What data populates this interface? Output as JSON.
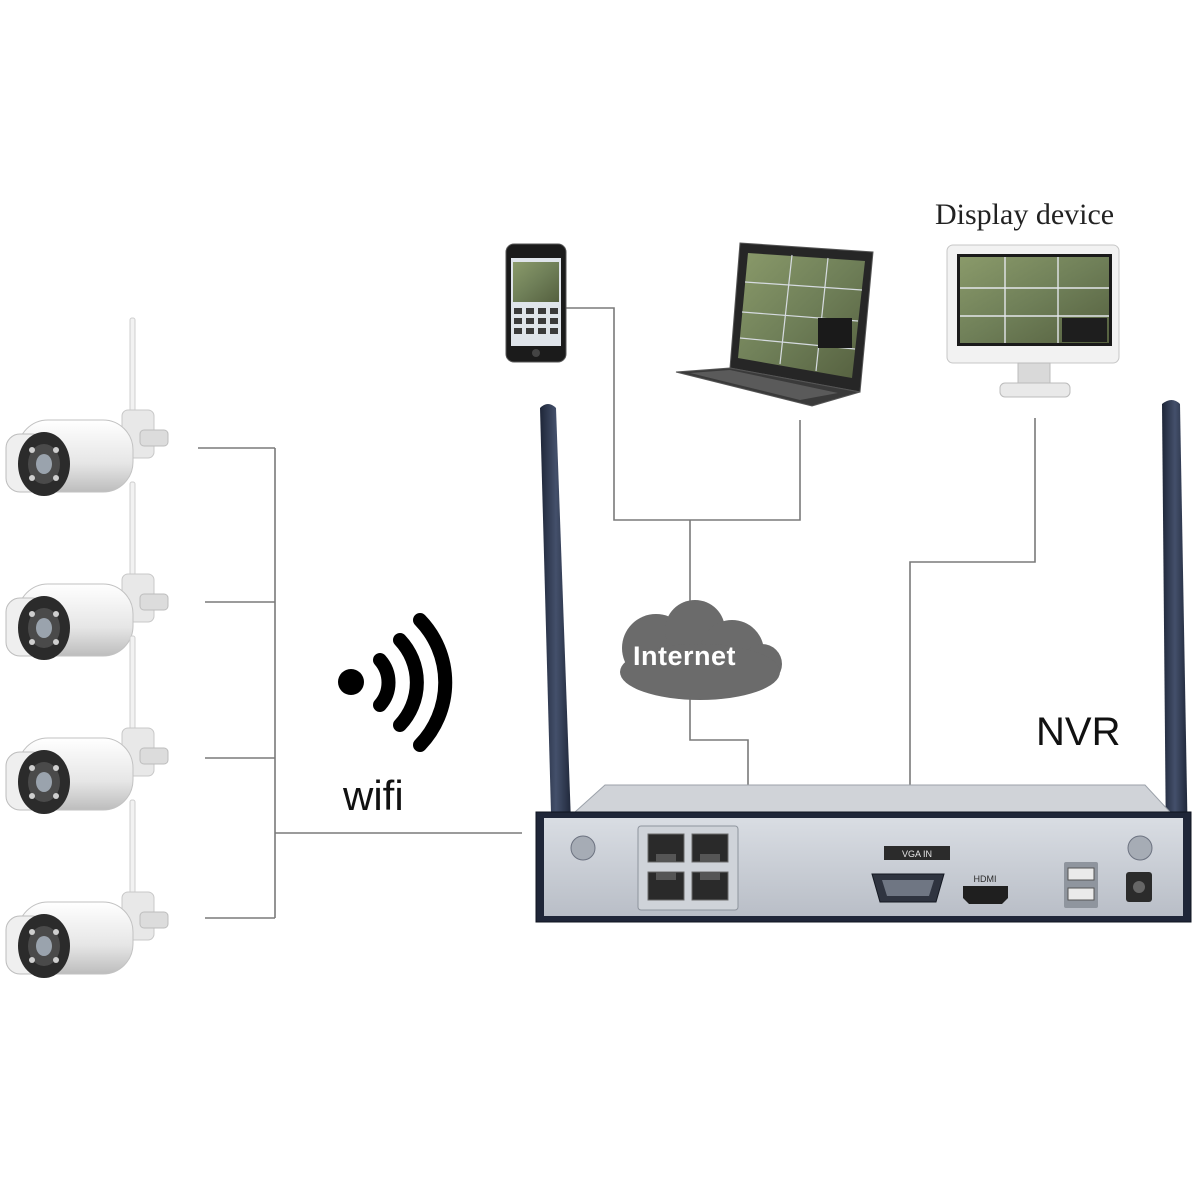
{
  "labels": {
    "display_device": "Display device",
    "internet": "Internet",
    "wifi": "wifi",
    "nvr": "NVR"
  },
  "nvr_panel": {
    "vga_label": "VGA IN",
    "hdmi_label": "HDMI"
  },
  "devices": {
    "cameras": [
      "camera-1",
      "camera-2",
      "camera-3",
      "camera-4"
    ],
    "clients": [
      "smartphone",
      "laptop",
      "monitor"
    ],
    "recorder": "nvr"
  },
  "colors": {
    "line": "#777777",
    "cloud": "#6b6b6b",
    "nvr_body": "#2a3245",
    "nvr_panel": "#c9ced6",
    "antenna": "#2f3a52"
  }
}
